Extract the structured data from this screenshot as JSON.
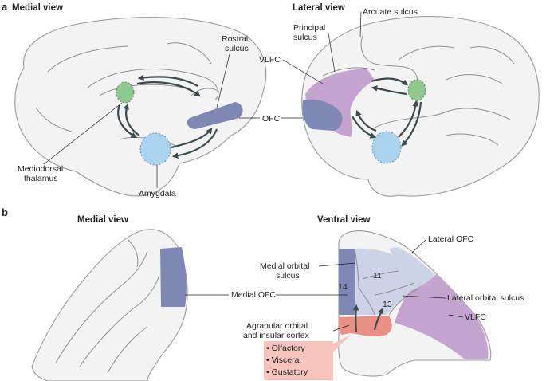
{
  "panel_a": {
    "letter": "a",
    "left_title": "Medial view",
    "right_title": "Lateral view",
    "rostral_sulcus": [
      "Rostral",
      "sulcus"
    ],
    "ofc": "OFC",
    "mediodorsal_thalamus": [
      "Mediodorsal",
      "thalamus"
    ],
    "amygdala": "Amygdala",
    "principal_sulcus": [
      "Principal",
      "sulcus"
    ],
    "arcuate_sulcus": "Arcuate sulcus",
    "vlfc": "VLFC"
  },
  "panel_b": {
    "letter": "b",
    "left_title": "Medial view",
    "right_title": "Ventral view",
    "lateral_ofc": "Lateral OFC",
    "medial_orbital_sulcus": [
      "Medial orbital",
      "sulcus"
    ],
    "medial_ofc": "Medial OFC",
    "lateral_orbital_sulcus": "Lateral orbital sulcus",
    "vlfc": "VLFC",
    "agranular": [
      "Agranular orbital",
      "and insular cortex"
    ],
    "area_11": "11",
    "area_13": "13",
    "area_14": "14",
    "inputs": [
      "• Olfactory",
      "• Visceral",
      "• Gustatory"
    ]
  },
  "colors": {
    "ofc": "#7f88b5",
    "vlfc": "#c5a3cf",
    "amygdala": "#a9d3ee",
    "thalamus": "#8fc88f",
    "agranular": "#e98f86",
    "input_box": "#f6c3bd",
    "orbital_light": "#ccd3e6"
  }
}
